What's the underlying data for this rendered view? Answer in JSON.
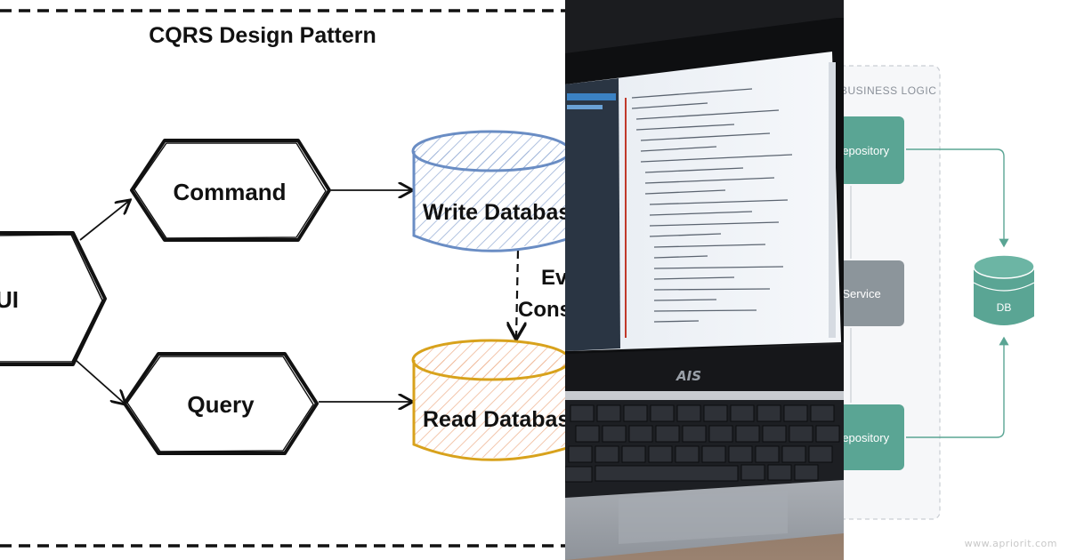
{
  "cqrs": {
    "title": "CQRS Design Pattern",
    "ui_label": "UI",
    "command_label": "Command",
    "query_label": "Query",
    "write_db_label": "Write Database",
    "read_db_label": "Read Database",
    "sync_label_line1": "Eventual",
    "sync_label_line2": "Consistency"
  },
  "laptop": {
    "brand": "AIS"
  },
  "architecture": {
    "group_label": "BUSINESS LOGIC",
    "top_repository_label": "Repository",
    "service_label": "Service",
    "bottom_repository_label": "Repository",
    "db_label": "DB",
    "accent_color": "#5aa594",
    "service_color": "#8c959b"
  },
  "watermark": "www.apriorit.com"
}
